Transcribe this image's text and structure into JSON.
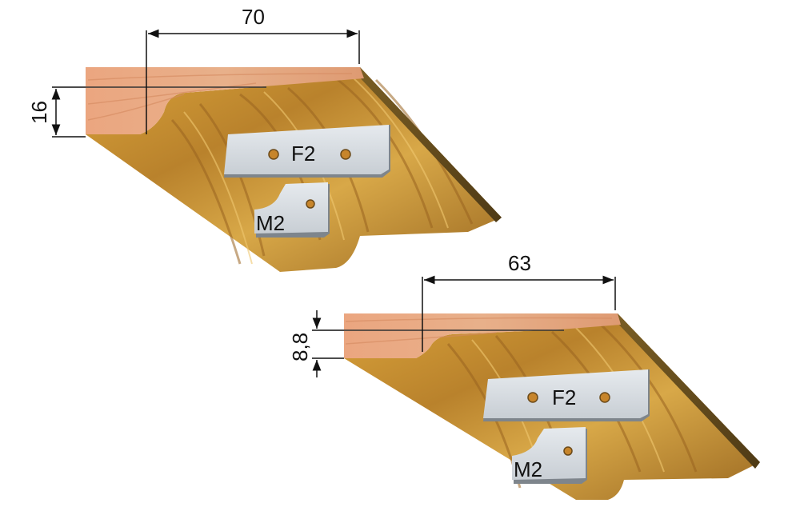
{
  "upper": {
    "width_dim": "70",
    "height_dim": "16",
    "knife_top": "F2",
    "knife_bottom": "M2"
  },
  "lower": {
    "width_dim": "63",
    "height_dim": "8,8",
    "knife_top": "F2",
    "knife_bottom": "M2"
  },
  "colors": {
    "wood_top": "#E9A47A",
    "wood_face": "#C9902E",
    "wood_edge": "#6E5420",
    "knife_face": "#D9DEE3",
    "knife_shadow": "#8E959C"
  }
}
